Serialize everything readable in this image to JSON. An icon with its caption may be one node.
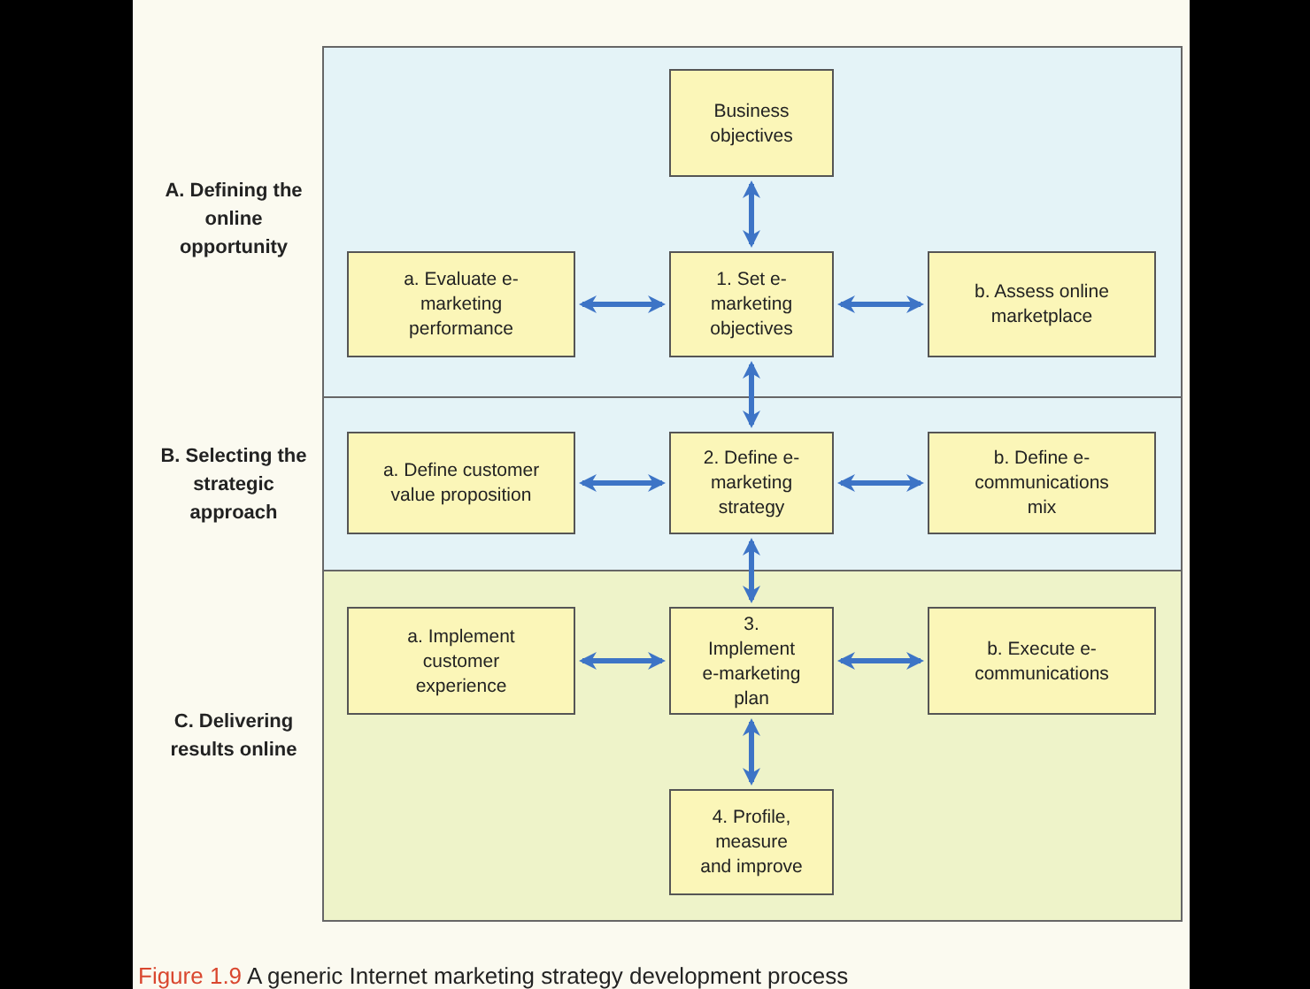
{
  "diagram": {
    "caption": "**Figure 1.9** A generic Internet marketing strategy development process",
    "nodes": [
      {
        "text": [
          "A. Defining the online opportunity"
        ]
      },
      {
        "text": [
          "Business objectives"
        ],
        "in": 0
      },
      {
        "text": [
          "a. Evaluate e-marketing performance"
        ],
        "in": 0
      },
      {
        "text": [
          "1. Set e-marketing objectives"
        ],
        "in": 0
      },
      {
        "text": [
          "b. Assess online marketplace"
        ],
        "in": 0
      },
      {
        "text": [
          "B. Selecting the strategic approach"
        ]
      },
      {
        "text": [
          "a. Define customer value proposition"
        ],
        "in": 5
      },
      {
        "text": [
          "2. Define e-marketing strategy"
        ],
        "in": 5
      },
      {
        "text": [
          "b. Define e-communications mix"
        ],
        "in": 5
      },
      {
        "text": [
          "C. Delivering results online"
        ]
      },
      {
        "text": [
          "a. Implement customer experience"
        ],
        "in": 9
      },
      {
        "text": [
          "3. Implement e-marketing plan"
        ],
        "in": 9
      },
      {
        "text": [
          "b. Execute e-communications"
        ],
        "in": 9
      },
      {
        "text": [
          "4. Profile, measure and improve"
        ],
        "in": 9
      }
    ],
    "edges": [
      {
        "from": 1,
        "to": 3,
        "arrow": "both"
      },
      {
        "from": 2,
        "to": 3,
        "arrow": "both"
      },
      {
        "from": 3,
        "to": 4,
        "arrow": "both"
      },
      {
        "from": 3,
        "to": 7,
        "arrow": "both"
      },
      {
        "from": 6,
        "to": 7,
        "arrow": "both"
      },
      {
        "from": 7,
        "to": 8,
        "arrow": "both"
      },
      {
        "from": 7,
        "to": 11,
        "arrow": "both"
      },
      {
        "from": 10,
        "to": 11,
        "arrow": "both"
      },
      {
        "from": 11,
        "to": 12,
        "arrow": "both"
      },
      {
        "from": 11,
        "to": 13,
        "arrow": "both"
      }
    ]
  }
}
